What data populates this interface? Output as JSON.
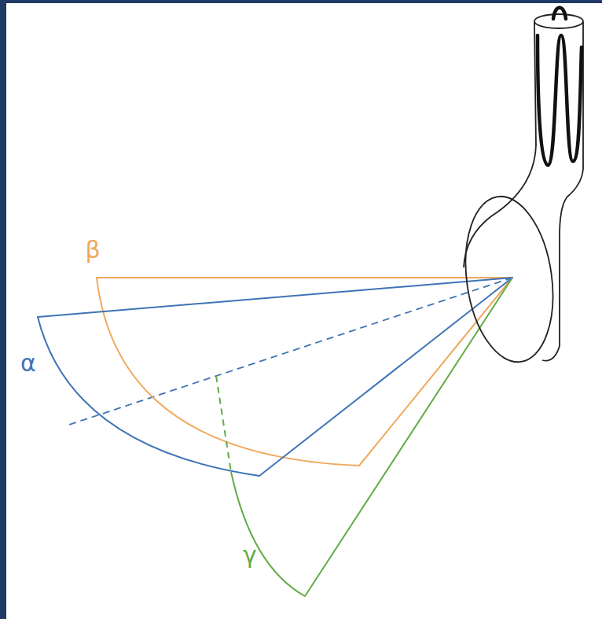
{
  "diagram": {
    "labels": [
      "β",
      "α",
      "γ"
    ]
  }
}
